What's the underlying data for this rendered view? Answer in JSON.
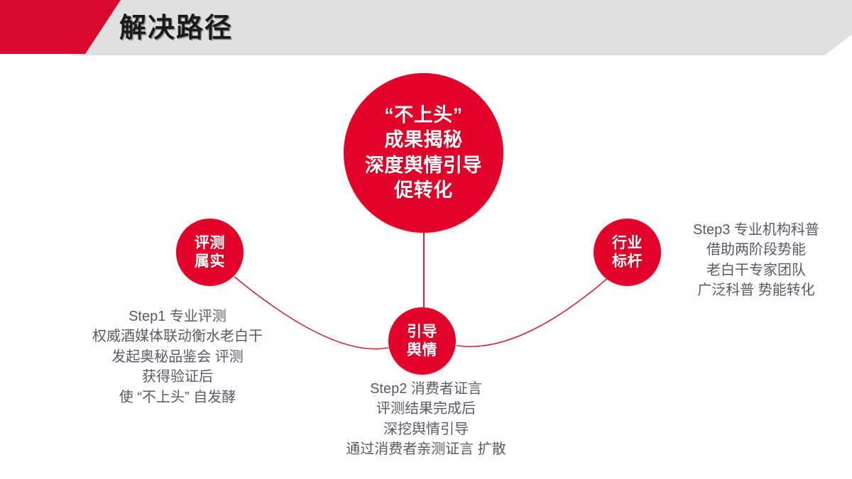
{
  "header": {
    "title": "解决路径",
    "accent_red": "#d9082f",
    "banner_gray": "#e0e0e0"
  },
  "diagram": {
    "accent_red": "#e3032a",
    "connector_color": "#d6213f",
    "text_color": "#5a5a64",
    "center_node": {
      "name": "center-node",
      "lines": [
        "“不上头”",
        "成果揭秘",
        "深度舆情引导",
        "促转化"
      ]
    },
    "nodes": [
      {
        "name": "node-evaluation",
        "lines": [
          "评测",
          "属实"
        ]
      },
      {
        "name": "node-guidance",
        "lines": [
          "引导",
          "舆情"
        ]
      },
      {
        "name": "node-benchmark",
        "lines": [
          "行业",
          "标杆"
        ]
      }
    ],
    "steps": [
      {
        "name": "step1",
        "lines": [
          "Step1 专业评测",
          "权威酒媒体联动衡水老白干",
          "发起奥秘品鉴会 评测",
          "获得验证后",
          "使 “不上头” 自发酵"
        ]
      },
      {
        "name": "step2",
        "lines": [
          "Step2 消费者证言",
          "评测结果完成后",
          "深挖舆情引导",
          "通过消费者亲测证言 扩散"
        ]
      },
      {
        "name": "step3",
        "lines": [
          "Step3 专业机构科普",
          "借助两阶段势能",
          "老白干专家团队",
          "广泛科普 势能转化"
        ]
      }
    ]
  }
}
